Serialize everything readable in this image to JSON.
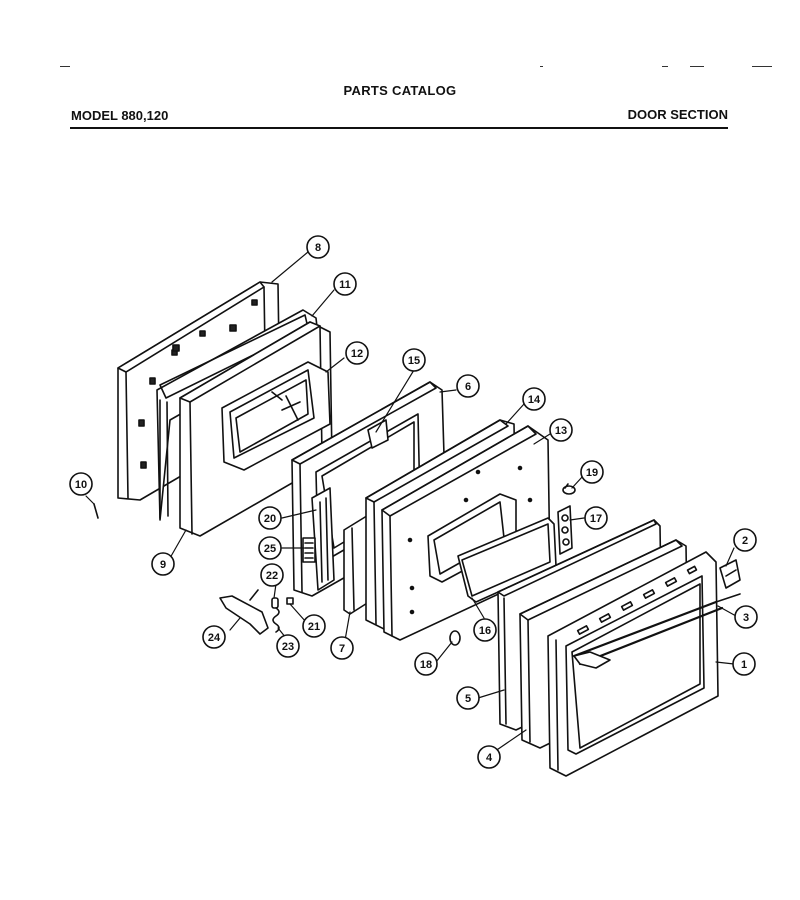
{
  "header": {
    "title": "PARTS CATALOG",
    "model": "MODEL 880,120",
    "section": "DOOR SECTION"
  },
  "callouts": [
    {
      "id": "c1",
      "label": "1"
    },
    {
      "id": "c2",
      "label": "2"
    },
    {
      "id": "c3",
      "label": "3"
    },
    {
      "id": "c4",
      "label": "4"
    },
    {
      "id": "c5",
      "label": "5"
    },
    {
      "id": "c6",
      "label": "6"
    },
    {
      "id": "c7",
      "label": "7"
    },
    {
      "id": "c8",
      "label": "8"
    },
    {
      "id": "c9",
      "label": "9"
    },
    {
      "id": "c10",
      "label": "10"
    },
    {
      "id": "c11",
      "label": "11"
    },
    {
      "id": "c12",
      "label": "12"
    },
    {
      "id": "c13",
      "label": "13"
    },
    {
      "id": "c14",
      "label": "14"
    },
    {
      "id": "c15",
      "label": "15"
    },
    {
      "id": "c16",
      "label": "16"
    },
    {
      "id": "c17",
      "label": "17"
    },
    {
      "id": "c18",
      "label": "18"
    },
    {
      "id": "c19",
      "label": "19"
    },
    {
      "id": "c20",
      "label": "20"
    },
    {
      "id": "c21",
      "label": "21"
    },
    {
      "id": "c22",
      "label": "22"
    },
    {
      "id": "c23",
      "label": "23"
    },
    {
      "id": "c24",
      "label": "24"
    },
    {
      "id": "c25",
      "label": "25"
    }
  ]
}
